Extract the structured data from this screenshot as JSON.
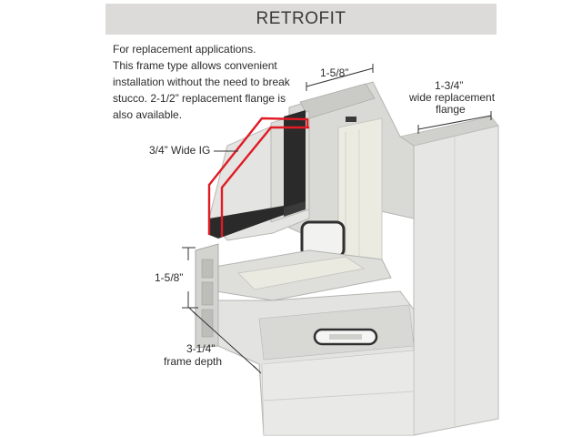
{
  "title": "RETROFIT",
  "description_lines": [
    "For replacement applications.",
    "This frame type allows convenient",
    "installation without the need to break",
    "stucco. 2-1/2” replacement flange is",
    "also available."
  ],
  "labels": {
    "top_dim": "1-5/8”",
    "flange_dim": "1-3/4”",
    "flange_text_1": "wide replacement",
    "flange_text_2": "flange",
    "glass": "3/4” Wide IG",
    "side_dim": "1-5/8”",
    "depth_dim": "3-1/4”",
    "depth_text": "frame depth"
  },
  "colors": {
    "banner": "#dcdbd9",
    "frame_light": "#ececea",
    "frame_mid": "#d6d6d3",
    "frame_dark": "#bdbdba",
    "glass_highlight": "#e01b24",
    "glass_body": "#2a2a2a"
  }
}
